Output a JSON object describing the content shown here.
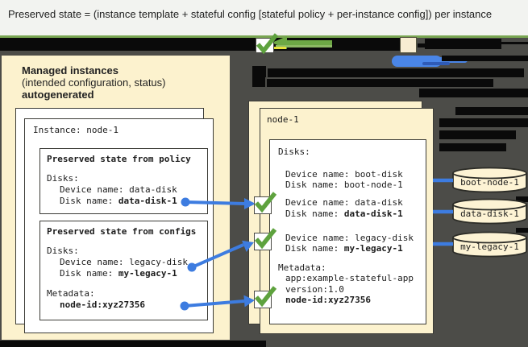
{
  "title": "Preserved state = (instance template + stateful config [stateful policy + per-instance config]) per instance",
  "left_panel": {
    "label_line1": "Managed instances",
    "label_line2": "(intended configuration, status)",
    "label_line3": "autogenerated",
    "instance_title": "Instance: node-1",
    "policy_box": {
      "heading": "Preserved state from policy",
      "disks_label": "Disks:",
      "device_name_line": "Device name: data-disk",
      "disk_name_label": "Disk name: ",
      "disk_name_value": "data-disk-1"
    },
    "configs_box": {
      "heading": "Preserved state from configs",
      "disks_label": "Disks:",
      "device_name_line": "Device name: legacy-disk",
      "disk_name_label": "Disk name: ",
      "disk_name_value": "my-legacy-1",
      "metadata_label": "Metadata:",
      "metadata_value": "node-id:xyz27356"
    }
  },
  "right_panel": {
    "instance_title": "node-1",
    "disks_label": "Disks:",
    "boot_device_line": "Device name: boot-disk",
    "boot_disk_line": "Disk name: boot-node-1",
    "data_device_line": "Device name: data-disk",
    "data_disk_label": "Disk name: ",
    "data_disk_value": "data-disk-1",
    "legacy_device_line": "Device name: legacy-disk",
    "legacy_disk_label": "Disk name: ",
    "legacy_disk_value": "my-legacy-1",
    "metadata_label": "Metadata:",
    "metadata_app_line": "app:example-stateful-app",
    "metadata_version_line": "version:1.0",
    "metadata_node_value": "node-id:xyz27356"
  },
  "disk_cylinders": [
    {
      "label": "boot-node-1"
    },
    {
      "label": "data-disk-1"
    },
    {
      "label": "my-legacy-1"
    }
  ],
  "icons": {
    "checkmark_icon": "green check mark",
    "disk_icon": "database cylinder",
    "arrow_icon": "connector arrow"
  },
  "colors": {
    "panel_cream": "#fcf2ce",
    "background_dark": "#4c4c48",
    "redaction_black": "#0a0a0a",
    "connector_blue": "#3d7ce0",
    "check_green": "#5ea23e",
    "rule_green": "#79a552",
    "scribble_blue": "#4a86e8",
    "title_bg": "#f2f3f0"
  }
}
